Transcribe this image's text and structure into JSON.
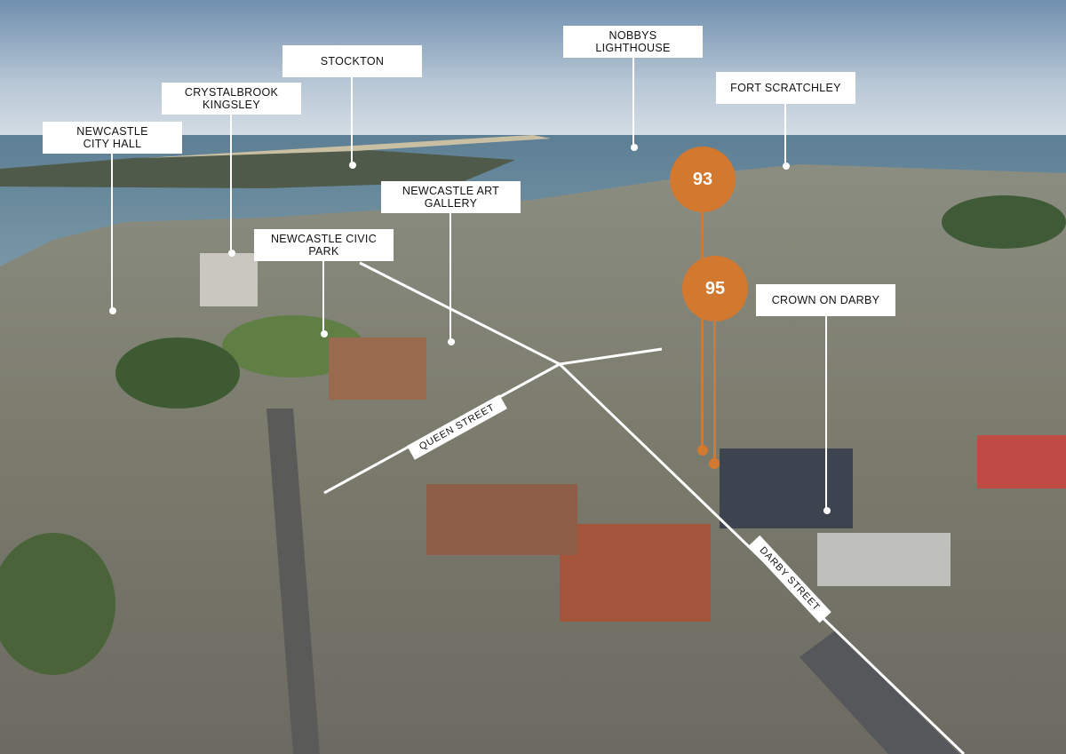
{
  "labels": {
    "city_hall": "NEWCASTLE\nCITY HALL",
    "kingsley": "CRYSTALBROOK\nKINGSLEY",
    "stockton": "STOCKTON",
    "nobbys": "NOBBYS\nLIGHTHOUSE",
    "fort": "FORT SCRATCHLEY",
    "art_gallery": "NEWCASTLE ART\nGALLERY",
    "civic_park": "NEWCASTLE CIVIC\nPARK",
    "crown": "CROWN ON DARBY"
  },
  "pins": {
    "a": "93",
    "b": "95"
  },
  "streets": {
    "queen": "QUEEN STREET",
    "darby": "DARBY STREET"
  },
  "colors": {
    "accent": "#d2782f",
    "label_bg": "#ffffff"
  }
}
